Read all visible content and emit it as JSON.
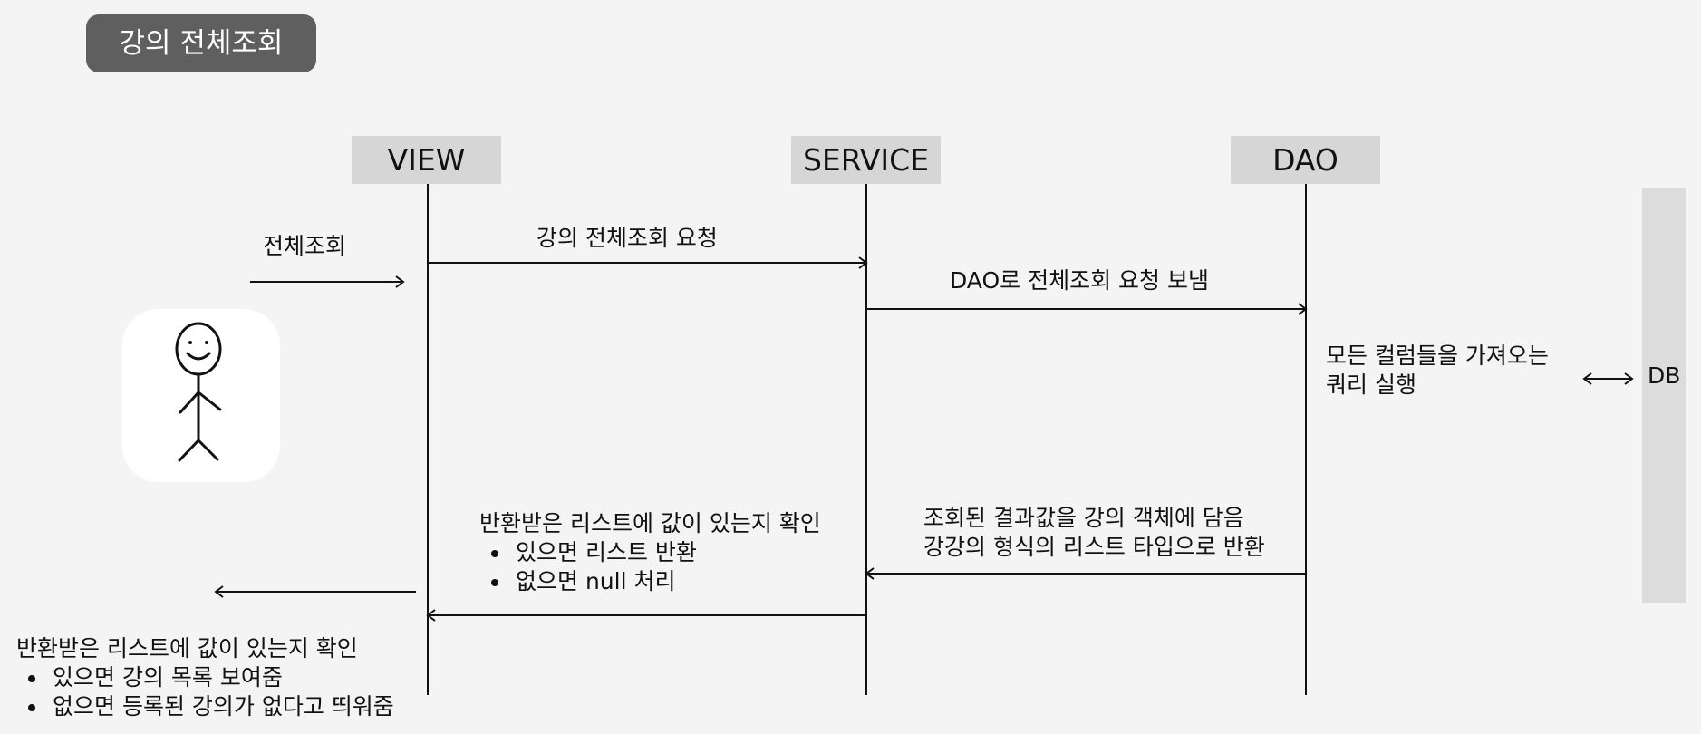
{
  "title": "강의 전체조회",
  "participants": {
    "view": "VIEW",
    "service": "SERVICE",
    "dao": "DAO",
    "db": "DB"
  },
  "messages": {
    "user_request": "전체조회",
    "view_to_service": "강의 전체조회 요청",
    "service_to_dao": "DAO로 전체조회 요청 보냄",
    "dao_query": [
      "모든 컬럼들을 가져오는",
      "쿼리 실행"
    ],
    "dao_to_service": [
      "조회된 결과값을 강의 객체에 담음",
      "강강의 형식의 리스트 타입으로 반환"
    ],
    "service_to_view": {
      "heading": "반환받은 리스트에 값이 있는지 확인",
      "bullets": [
        "있으면 리스트 반환",
        "없으면 null 처리"
      ]
    },
    "view_to_user": {
      "heading": "반환받은 리스트에 값이 있는지 확인",
      "bullets": [
        "있으면 강의 목록 보여줌",
        "없으면 등록된 강의가 없다고 띄워줌"
      ]
    }
  }
}
